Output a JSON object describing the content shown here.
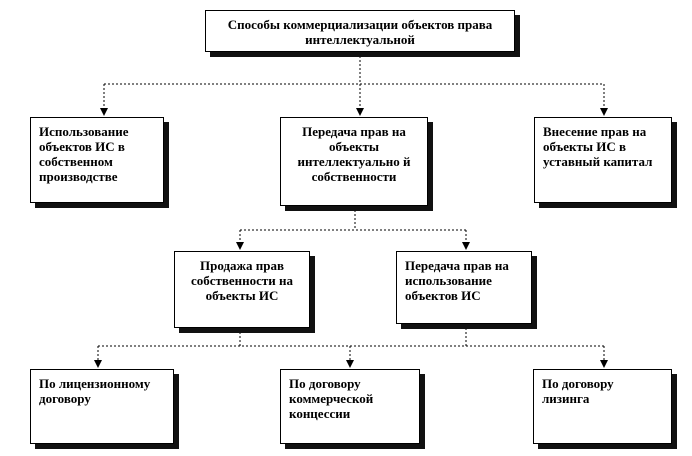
{
  "nodes": {
    "root": "Способы коммерциализации объектов права интеллектуальной",
    "own_use": "Использование объектов ИС в собственном производстве",
    "transfer_rights": "Передача прав на объекты интеллектуально й собственности",
    "capital": "Внесение прав на объекты ИС в уставный капитал",
    "sale": "Продажа прав собственности на объекты ИС",
    "use_transfer": "Передача прав на использование объектов ИС",
    "license": "По лицензионному договору",
    "concession": "По договору коммерческой концессии",
    "leasing": "По договору лизинга"
  }
}
